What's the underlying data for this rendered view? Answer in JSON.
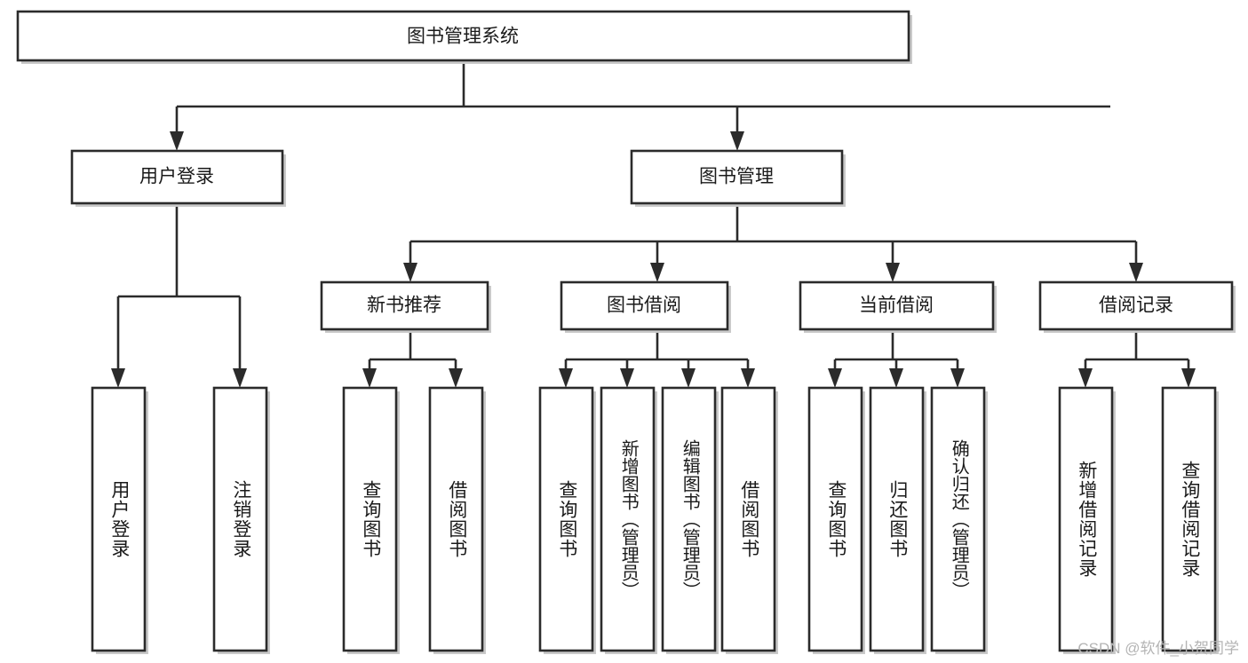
{
  "diagram": {
    "type": "hierarchy-tree",
    "title": "图书管理系统",
    "root": {
      "id": "root",
      "label": "图书管理系统",
      "level": 0
    },
    "level2": [
      {
        "id": "user-login",
        "label": "用户登录"
      },
      {
        "id": "book-management",
        "label": "图书管理"
      }
    ],
    "level3": [
      {
        "id": "new-book-recommend",
        "label": "新书推荐",
        "parent": "book-management"
      },
      {
        "id": "book-borrow",
        "label": "图书借阅",
        "parent": "book-management"
      },
      {
        "id": "current-borrow",
        "label": "当前借阅",
        "parent": "book-management"
      },
      {
        "id": "borrow-record",
        "label": "借阅记录",
        "parent": "book-management"
      }
    ],
    "leaves": {
      "user_login": [
        {
          "id": "leaf-user-login",
          "label": "用户登录"
        },
        {
          "id": "leaf-logout-login",
          "label": "注销登录"
        }
      ],
      "new_book_recommend": [
        {
          "id": "leaf-query-book-1",
          "label": "查询图书"
        },
        {
          "id": "leaf-borrow-book-1",
          "label": "借阅图书"
        }
      ],
      "book_borrow": [
        {
          "id": "leaf-query-book-2",
          "label": "查询图书"
        },
        {
          "id": "leaf-add-book",
          "label": "新增图书（管理员）"
        },
        {
          "id": "leaf-edit-book",
          "label": "编辑图书（管理员）"
        },
        {
          "id": "leaf-borrow-book-2",
          "label": "借阅图书"
        }
      ],
      "current_borrow": [
        {
          "id": "leaf-query-book-3",
          "label": "查询图书"
        },
        {
          "id": "leaf-return-book",
          "label": "归还图书"
        },
        {
          "id": "leaf-confirm-return",
          "label": "确认归还（管理员）"
        }
      ],
      "borrow_record": [
        {
          "id": "leaf-add-record",
          "label": "新增借阅记录"
        },
        {
          "id": "leaf-query-record",
          "label": "查询借阅记录"
        }
      ]
    },
    "colors": {
      "box_fill": "#ffffff",
      "box_stroke": "#2b2b2b",
      "connector": "#2b2b2b",
      "text": "#1a1a1a",
      "background": "#ffffff",
      "watermark": "#b4b4b4"
    }
  },
  "watermark": {
    "text": "CSDN @软件_小贺同学"
  }
}
